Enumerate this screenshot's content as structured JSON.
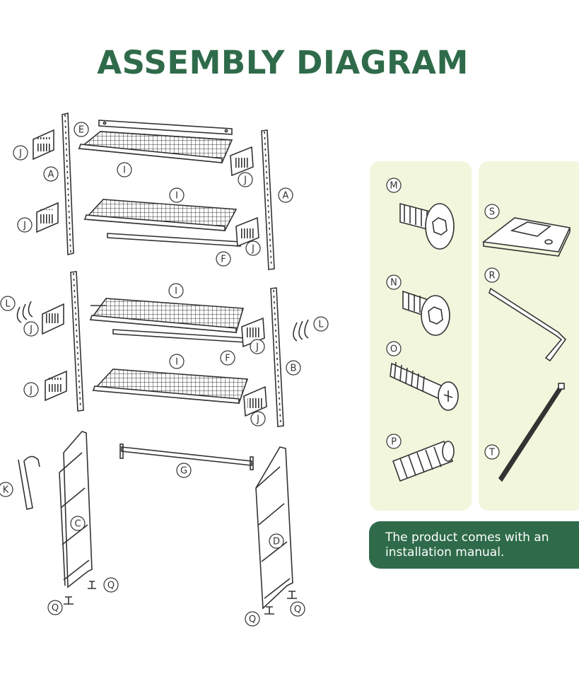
{
  "title": "ASSEMBLY DIAGRAM",
  "note": "The product comes with an installation manual.",
  "colors": {
    "brand_green": "#2f6b4a",
    "panel_bg": "#f2f6dc",
    "line": "#333333"
  },
  "part_labels": {
    "A": "A",
    "B": "B",
    "C": "C",
    "D": "D",
    "E": "E",
    "F": "F",
    "G": "G",
    "I": "I",
    "J": "J",
    "K": "K",
    "L": "L",
    "M": "M",
    "N": "N",
    "O": "O",
    "P": "P",
    "Q": "Q",
    "R": "R",
    "S": "S",
    "T": "T"
  }
}
